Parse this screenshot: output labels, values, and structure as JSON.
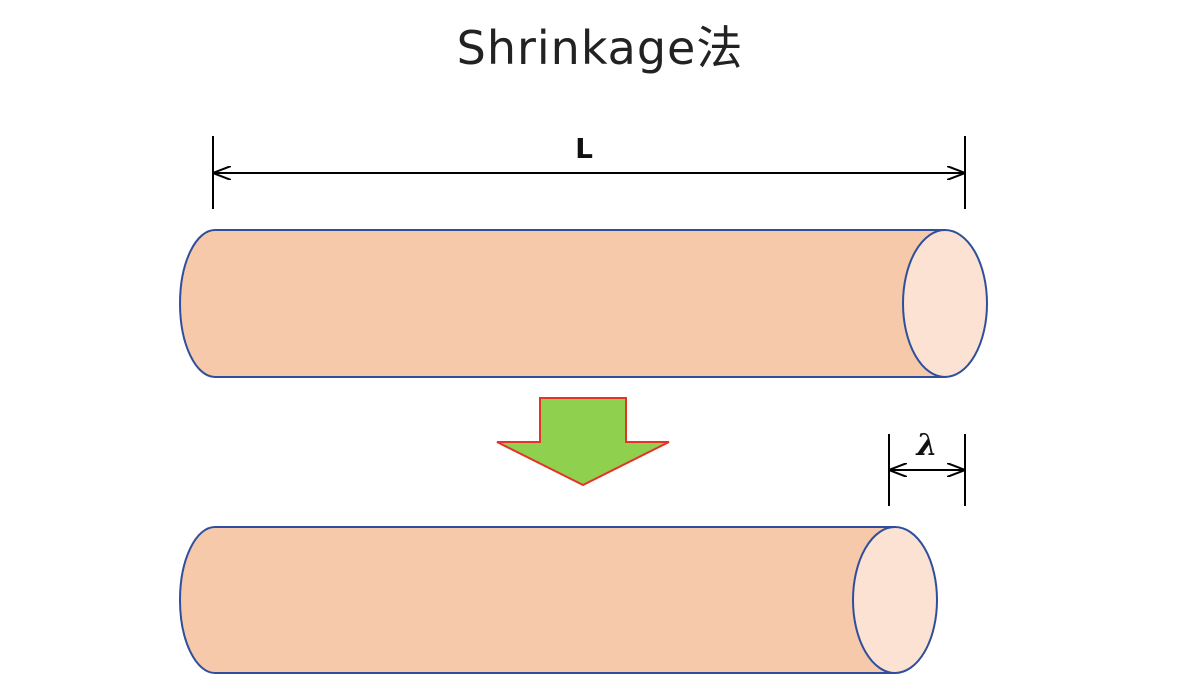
{
  "title": "Shrinkage法",
  "length_label": "L",
  "shrink_label": "λ",
  "colors": {
    "rod_body": "#f7c9ab",
    "rod_end": "#fbe2d3",
    "rod_outline": "#2f4f9c",
    "arrow_fill": "#8fd14f",
    "arrow_outline": "#e5332a",
    "dimension_line": "#000000"
  },
  "icons": [
    "down-arrow-icon",
    "double-headed-arrow-icon"
  ]
}
